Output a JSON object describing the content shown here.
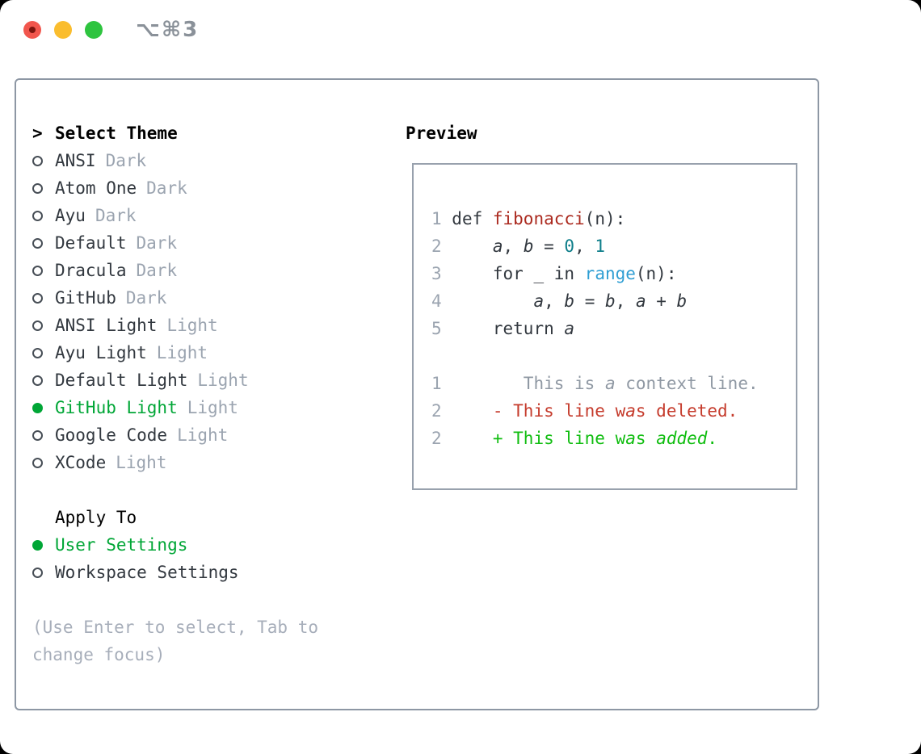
{
  "window": {
    "title": "⌥⌘3"
  },
  "colors": {
    "green": "#00a636",
    "fg": "#32383f",
    "gray": "#8f98a3",
    "linenum": "#9ba4b0",
    "numlit": "#0e7e8a",
    "blue": "#2f9ed3",
    "fnred": "#ab2a1f",
    "del": "#c53b2c",
    "add": "#10bd10",
    "hint": "#a7aeba",
    "border": "#8d97a4"
  },
  "theme_panel": {
    "prompt": ">",
    "title": "Select Theme",
    "items": [
      {
        "name": "ANSI",
        "tag": "Dark",
        "selected": false
      },
      {
        "name": "Atom One",
        "tag": "Dark",
        "selected": false
      },
      {
        "name": "Ayu",
        "tag": "Dark",
        "selected": false
      },
      {
        "name": "Default",
        "tag": "Dark",
        "selected": false
      },
      {
        "name": "Dracula",
        "tag": "Dark",
        "selected": false
      },
      {
        "name": "GitHub",
        "tag": "Dark",
        "selected": false
      },
      {
        "name": "ANSI Light",
        "tag": "Light",
        "selected": false
      },
      {
        "name": "Ayu Light",
        "tag": "Light",
        "selected": false
      },
      {
        "name": "Default Light",
        "tag": "Light",
        "selected": false
      },
      {
        "name": "GitHub Light",
        "tag": "Light",
        "selected": true
      },
      {
        "name": "Google Code",
        "tag": "Light",
        "selected": false
      },
      {
        "name": "XCode",
        "tag": "Light",
        "selected": false
      }
    ],
    "apply_to": {
      "title": "Apply To",
      "options": [
        {
          "label": "User Settings",
          "selected": true
        },
        {
          "label": "Workspace Settings",
          "selected": false
        }
      ]
    },
    "hint_lines": [
      "(Use Enter to select, Tab to",
      "change focus)"
    ]
  },
  "preview": {
    "title": "Preview",
    "code_lines": [
      {
        "num": "1",
        "tokens": [
          {
            "t": "def ",
            "c": "fg"
          },
          {
            "t": "fibonacci",
            "c": "fnred"
          },
          {
            "t": "(n):",
            "c": "fg"
          }
        ]
      },
      {
        "num": "2",
        "tokens": [
          {
            "t": "    ",
            "c": "fg"
          },
          {
            "t": "a",
            "c": "fg",
            "i": true
          },
          {
            "t": ", ",
            "c": "fg"
          },
          {
            "t": "b",
            "c": "fg",
            "i": true
          },
          {
            "t": " = ",
            "c": "fg"
          },
          {
            "t": "0",
            "c": "numlit"
          },
          {
            "t": ", ",
            "c": "fg"
          },
          {
            "t": "1",
            "c": "numlit"
          }
        ]
      },
      {
        "num": "3",
        "tokens": [
          {
            "t": "    for _ in ",
            "c": "fg"
          },
          {
            "t": "range",
            "c": "blue"
          },
          {
            "t": "(n):",
            "c": "fg"
          }
        ]
      },
      {
        "num": "4",
        "tokens": [
          {
            "t": "        ",
            "c": "fg"
          },
          {
            "t": "a",
            "c": "fg",
            "i": true
          },
          {
            "t": ", ",
            "c": "fg"
          },
          {
            "t": "b",
            "c": "fg",
            "i": true
          },
          {
            "t": " = ",
            "c": "fg"
          },
          {
            "t": "b",
            "c": "fg",
            "i": true
          },
          {
            "t": ", ",
            "c": "fg"
          },
          {
            "t": "a",
            "c": "fg",
            "i": true
          },
          {
            "t": " + ",
            "c": "fg"
          },
          {
            "t": "b",
            "c": "fg",
            "i": true
          }
        ]
      },
      {
        "num": "5",
        "tokens": [
          {
            "t": "    return ",
            "c": "fg"
          },
          {
            "t": "a",
            "c": "fg",
            "i": true
          }
        ]
      },
      {
        "num": "",
        "tokens": []
      },
      {
        "num": "1",
        "tokens": [
          {
            "t": "       This is ",
            "c": "gray"
          },
          {
            "t": "a",
            "c": "gray",
            "i": true
          },
          {
            "t": " context line.",
            "c": "gray"
          }
        ]
      },
      {
        "num": "2",
        "tokens": [
          {
            "t": "    - This line w",
            "c": "del"
          },
          {
            "t": "a",
            "c": "del",
            "i": true
          },
          {
            "t": "s deleted.",
            "c": "del"
          }
        ]
      },
      {
        "num": "2",
        "tokens": [
          {
            "t": "    + This line w",
            "c": "add"
          },
          {
            "t": "a",
            "c": "add",
            "i": true
          },
          {
            "t": "s ",
            "c": "add"
          },
          {
            "t": "added",
            "c": "add",
            "i": true
          },
          {
            "t": ".",
            "c": "add"
          }
        ]
      }
    ]
  }
}
